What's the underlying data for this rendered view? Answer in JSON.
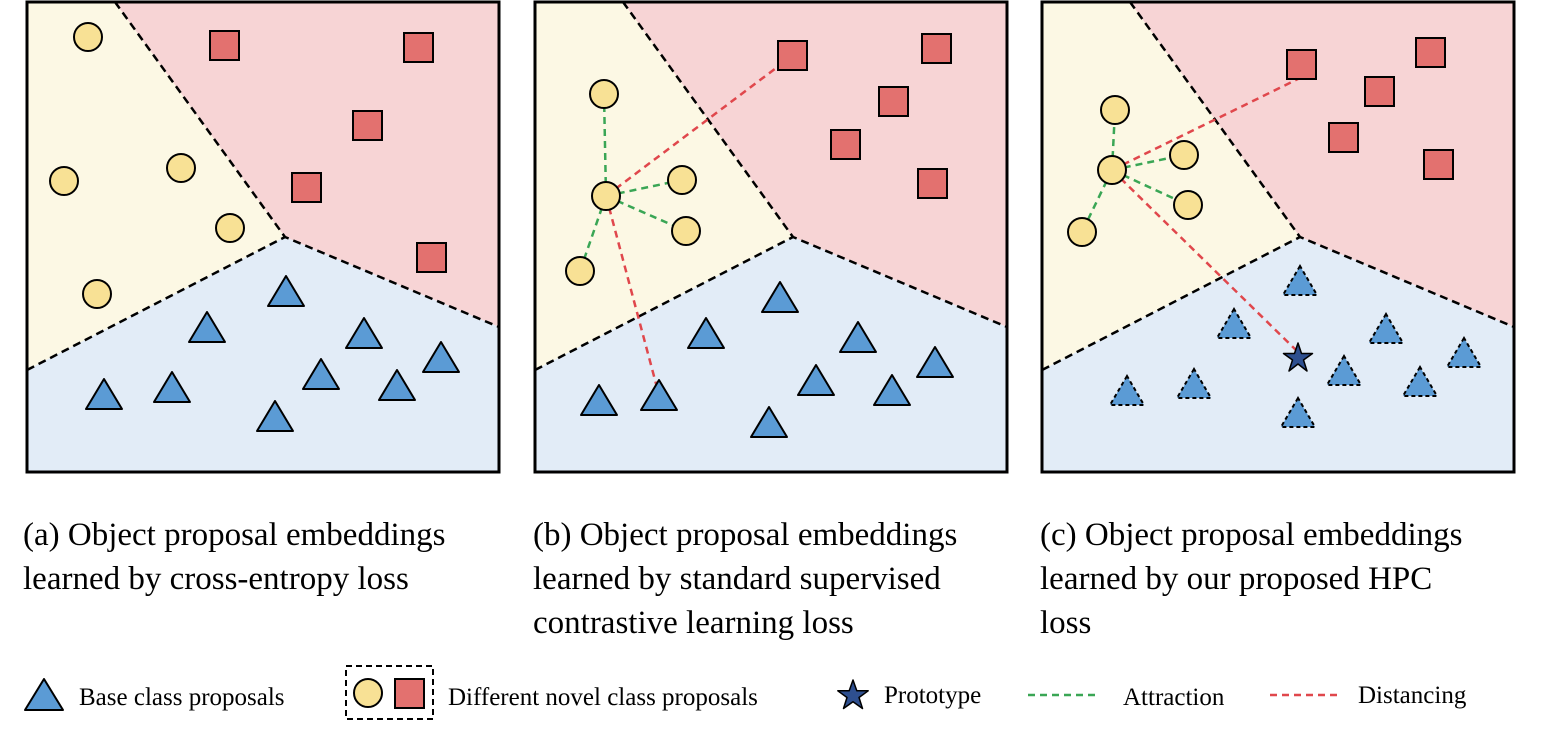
{
  "captions": {
    "a": [
      "(a) Object proposal embeddings",
      "learned by cross-entropy loss"
    ],
    "b": [
      "(b) Object proposal embeddings",
      "learned by standard supervised",
      "contrastive learning loss"
    ],
    "c": [
      "(c) Object proposal embeddings",
      "learned by our proposed HPC",
      "loss"
    ]
  },
  "legend": {
    "base": "Base class proposals",
    "novel": "Different novel class proposals",
    "prototype": "Prototype",
    "attraction": "Attraction",
    "distancing": "Distancing"
  },
  "colors": {
    "base_region": "#e2ecf7",
    "circle_region": "#fcf8e4",
    "square_region": "#f7d4d5",
    "circle_fill": "#f8e195",
    "square_fill": "#e3716f",
    "triangle_fill": "#5b9bd5",
    "prototype_fill": "#2e4f8f",
    "attraction": "#3aa655",
    "distancing": "#e0474c",
    "boundary": "#000000"
  }
}
